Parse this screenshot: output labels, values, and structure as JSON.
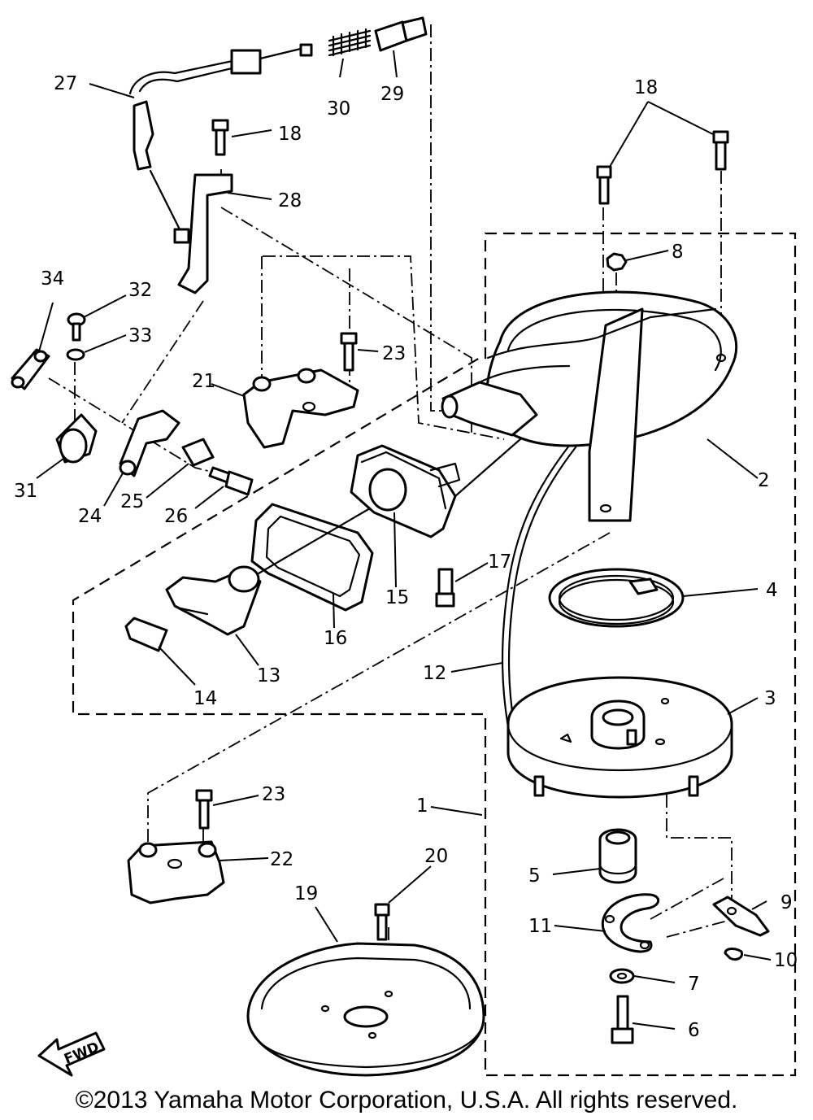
{
  "diagram": {
    "callouts": {
      "c1": "1",
      "c2": "2",
      "c3": "3",
      "c4": "4",
      "c5": "5",
      "c6": "6",
      "c7": "7",
      "c8": "8",
      "c9": "9",
      "c10": "10",
      "c11": "11",
      "c12": "12",
      "c13": "13",
      "c14": "14",
      "c15": "15",
      "c16": "16",
      "c17": "17",
      "c18a": "18",
      "c18b": "18",
      "c19": "19",
      "c20": "20",
      "c21": "21",
      "c22": "22",
      "c23a": "23",
      "c23b": "23",
      "c24": "24",
      "c25": "25",
      "c26": "26",
      "c27": "27",
      "c28": "28",
      "c29": "29",
      "c30": "30",
      "c31": "31",
      "c32": "32",
      "c33": "33",
      "c34": "34"
    },
    "fwd_label": "FWD"
  },
  "footer": {
    "copyright": "©2013 Yamaha Motor Corporation, U.S.A. All rights reserved."
  }
}
